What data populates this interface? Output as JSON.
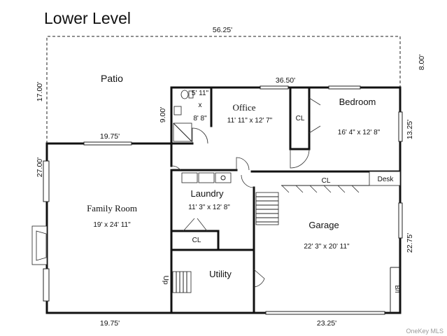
{
  "title": "Lower Level",
  "watermark": "OneKey MLS",
  "dimensions": {
    "top_overall": "56.25'",
    "patio_right": "8.00'",
    "patio_left": "17.00'",
    "upper_wall": "36.50'",
    "bath_height": "9.00'",
    "bedroom_side": "13.25'",
    "patio_bottom": "19.75'",
    "family_side": "27.00'",
    "garage_side": "22.75'",
    "bottom_left": "19.75'",
    "bottom_right": "23.25'"
  },
  "rooms": {
    "patio": {
      "name": "Patio"
    },
    "bath": {
      "line1": "5' 11\"",
      "line2": "x",
      "line3": "8' 8\""
    },
    "office": {
      "name": "Office",
      "size": "11' 11\" x 12' 7\""
    },
    "office_closet": {
      "name": "CL"
    },
    "bedroom": {
      "name": "Bedroom",
      "size": "16' 4\" x 12' 8\""
    },
    "garage_closet": {
      "name": "CL"
    },
    "desk": {
      "name": "Desk"
    },
    "laundry": {
      "name": "Laundry",
      "size": "11' 3\" x 12' 8\""
    },
    "laundry_closet": {
      "name": "CL"
    },
    "family_room": {
      "name": "Family Room",
      "size": "19' x 24' 11\""
    },
    "garage": {
      "name": "Garage",
      "size": "22' 3\" x 20' 11\""
    },
    "utility": {
      "name": "Utility"
    }
  },
  "labels": {
    "stairs_up": "Up",
    "bilco": "B/I"
  }
}
